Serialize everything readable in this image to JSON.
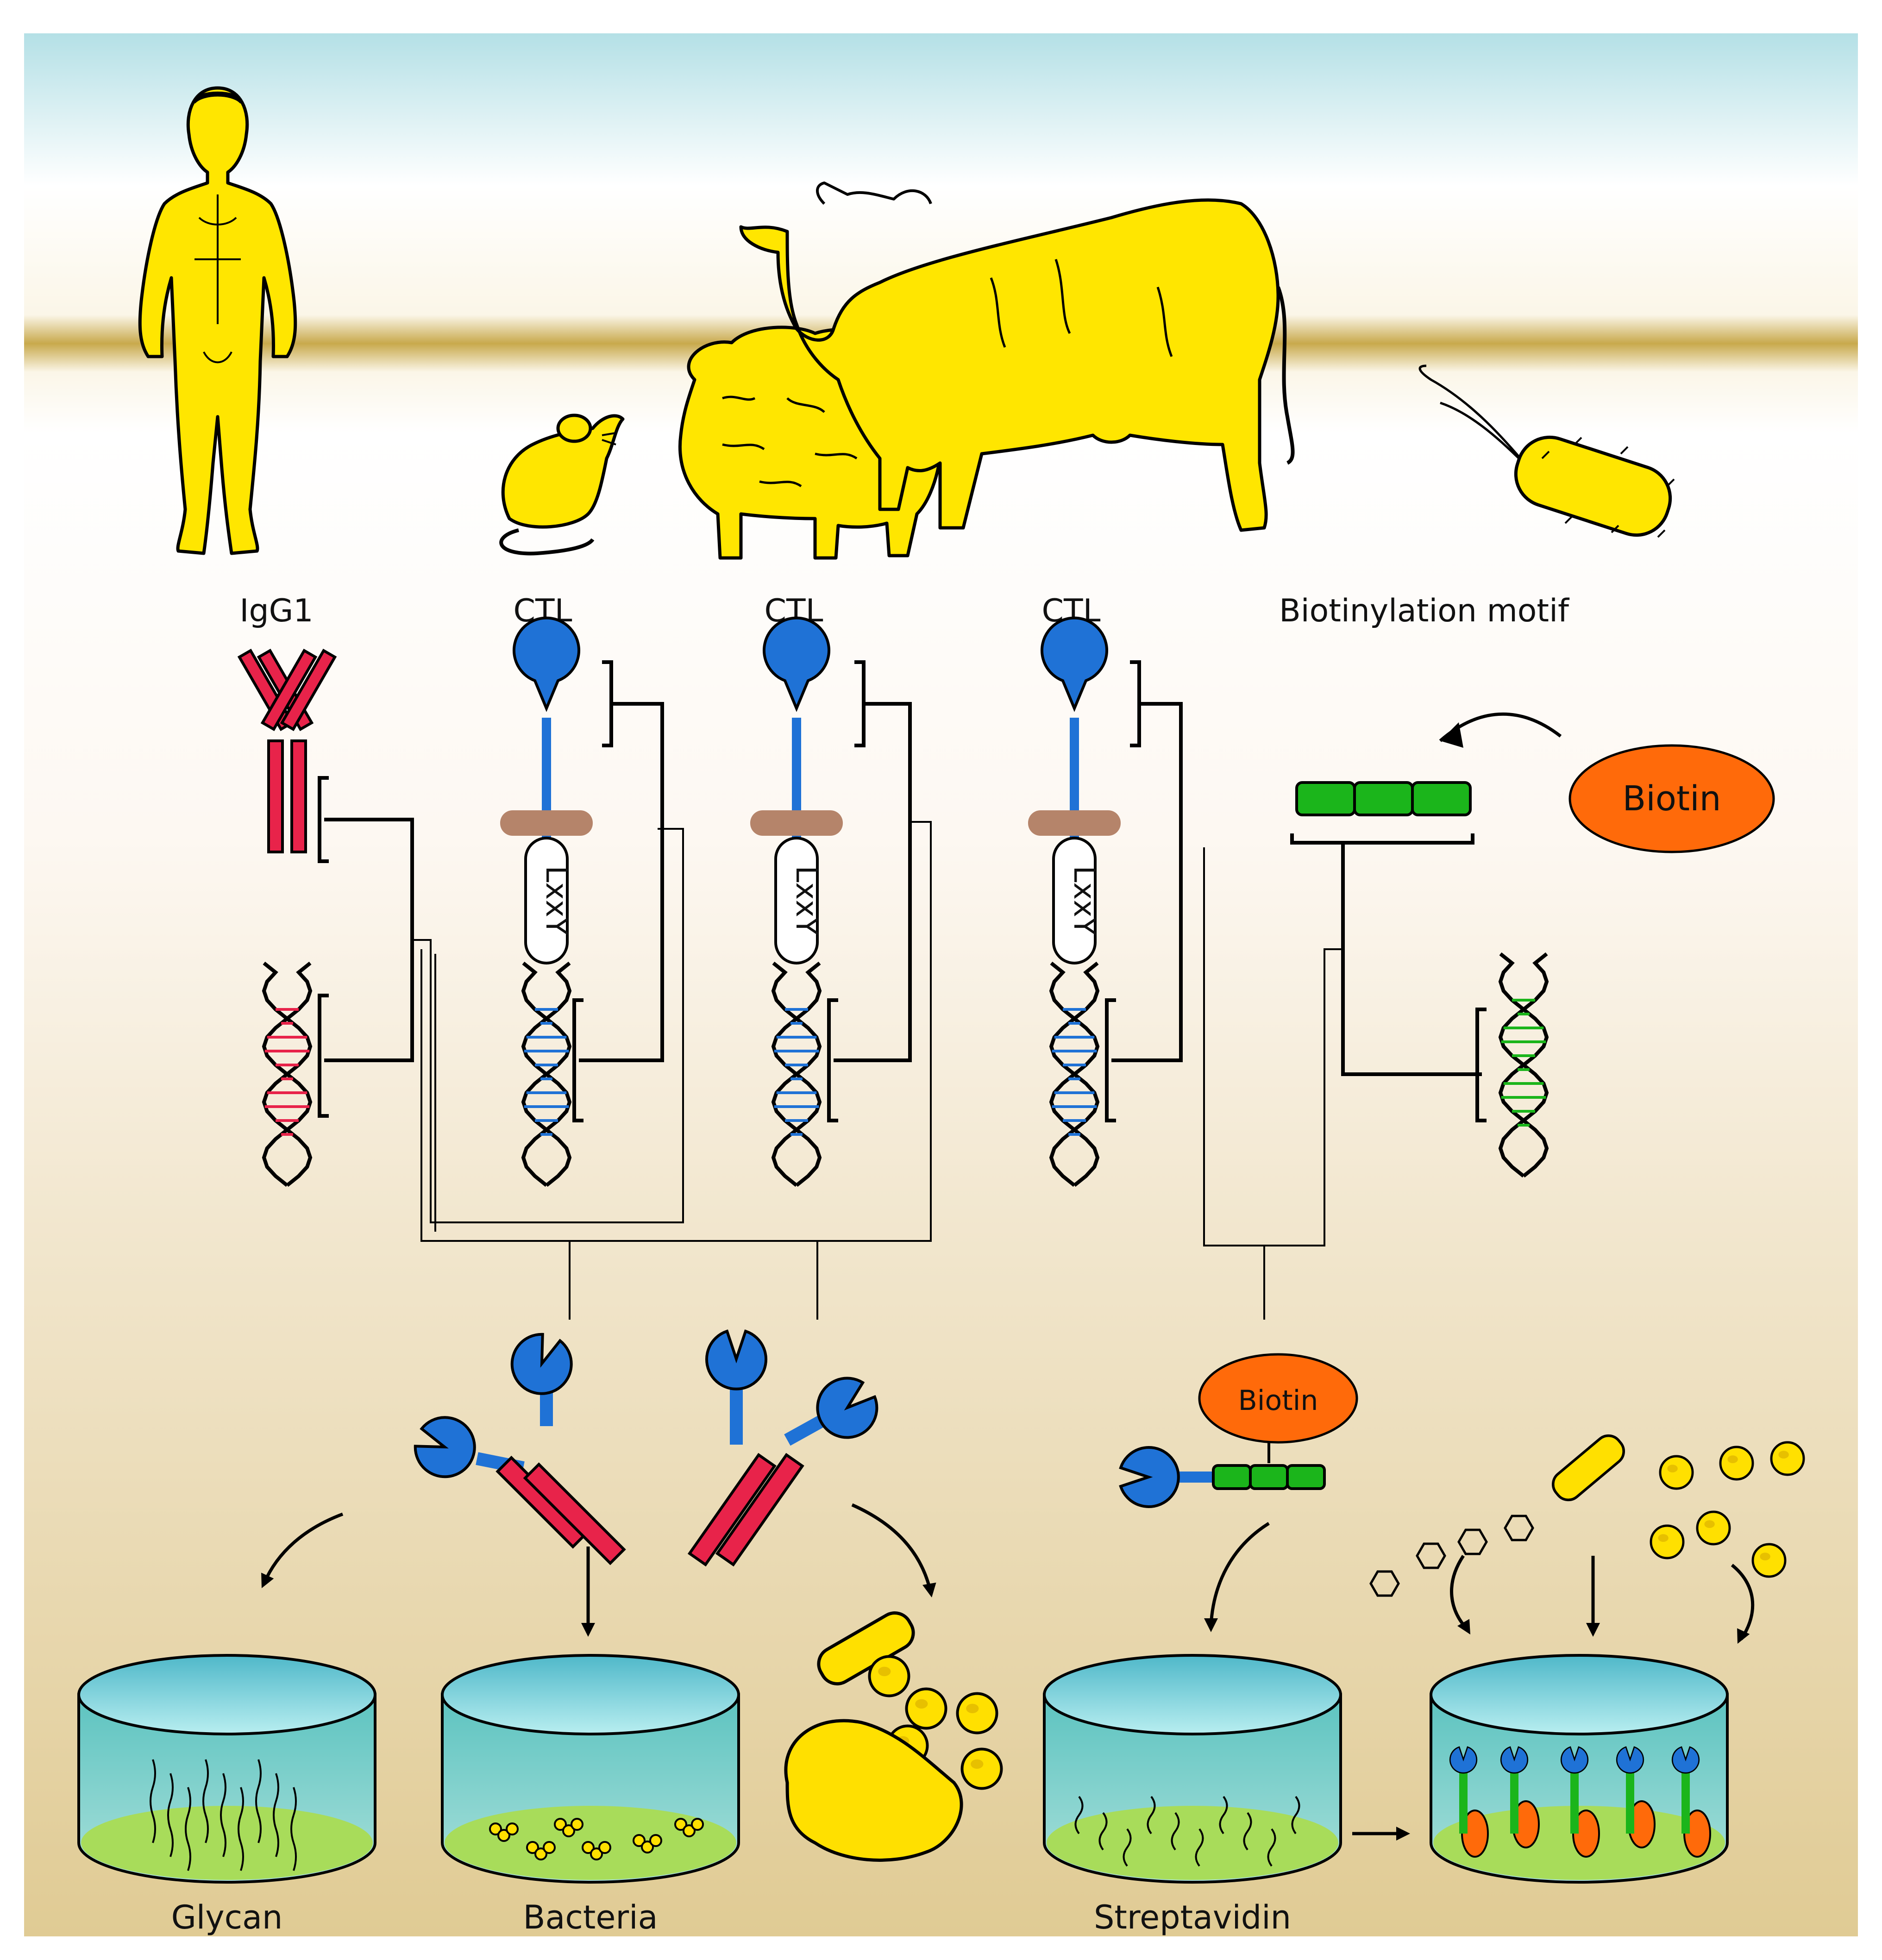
{
  "figure": {
    "organism_labels": [
      "IgG1",
      "CTL",
      "CTL",
      "CTL",
      "Biotinylation motif"
    ],
    "domain_label": "LxxY",
    "biotin_label": "Biotin",
    "plate_labels": [
      "Glycan",
      "Bacteria",
      "Streptavidin"
    ]
  },
  "organisms": [
    "human",
    "mouse",
    "sheep",
    "cow",
    "bacterium"
  ],
  "colors": {
    "sky": "#b4e0e6",
    "ground_band": "#c8a94c",
    "beige": "#e3cf98",
    "organism_fill": "#ffe600",
    "antibody_red": "#e8234a",
    "lectin_blue": "#1f72d6",
    "membrane_brown": "#b5846a",
    "biotin_tag_green": "#1bb51b",
    "biotin_orange": "#ff6a0a",
    "plate_water": "#7ed0c8",
    "plate_floor": "#a8dc5a"
  }
}
